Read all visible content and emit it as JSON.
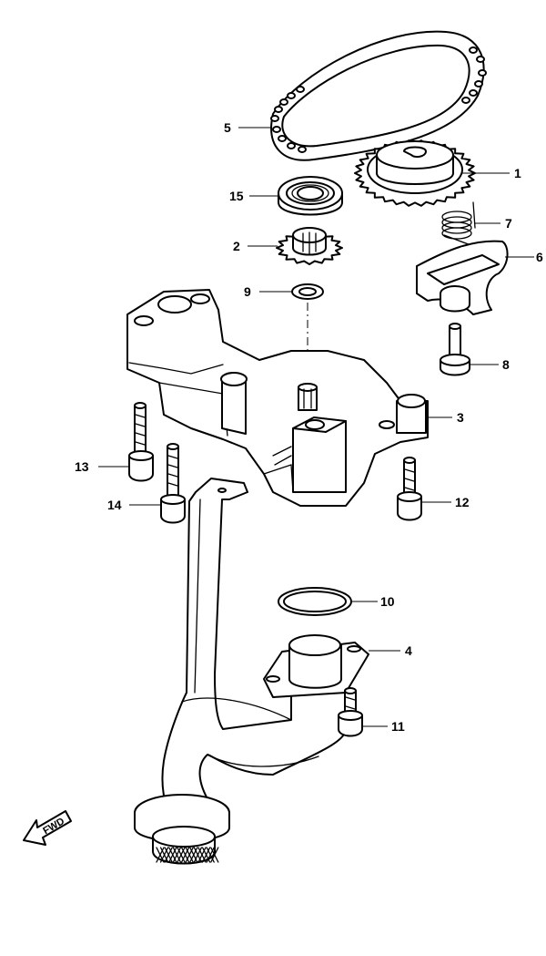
{
  "callouts": {
    "c1": "1",
    "c2": "2",
    "c3": "3",
    "c4": "4",
    "c5": "5",
    "c6": "6",
    "c7": "7",
    "c8": "8",
    "c9": "9",
    "c10": "10",
    "c11": "11",
    "c12": "12",
    "c13": "13",
    "c14": "14",
    "c15": "15"
  },
  "direction_marker": {
    "label": "FWD"
  }
}
